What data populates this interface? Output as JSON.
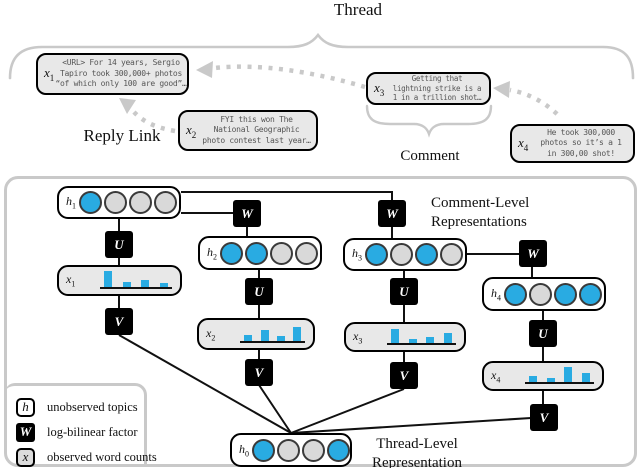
{
  "figure": {
    "thread_label": "Thread",
    "reply_link_label": "Reply Link",
    "comment_label": "Comment",
    "comment_level_label": {
      "line1": "Comment-Level",
      "line2": "Representations"
    },
    "thread_level_label": {
      "line1": "Thread-Level",
      "line2": "Representation"
    }
  },
  "messages": [
    {
      "id": "x",
      "sub": "1",
      "text": "<URL> For 14 years, Sergio\nTapiro took 300,000+ photos\n“of which only 100 are good”…"
    },
    {
      "id": "x",
      "sub": "2",
      "text": "FYI this won The\nNational Geographic\nphoto contest last year…"
    },
    {
      "id": "x",
      "sub": "3",
      "text": "Getting that\nlightning strike is a\n1 in a trillion shot…"
    },
    {
      "id": "x",
      "sub": "4",
      "text": "He took 300,000\nphotos so it’s a 1\nin 300,00 shot!"
    }
  ],
  "model": {
    "factor_w": "W",
    "factor_u": "U",
    "factor_v": "V",
    "h_nodes": [
      {
        "id": "h",
        "sub": "1",
        "topics": [
          "blue",
          "gray",
          "gray",
          "gray"
        ]
      },
      {
        "id": "h",
        "sub": "2",
        "topics": [
          "blue",
          "blue",
          "gray",
          "gray"
        ]
      },
      {
        "id": "h",
        "sub": "3",
        "topics": [
          "blue",
          "gray",
          "blue",
          "gray"
        ]
      },
      {
        "id": "h",
        "sub": "4",
        "topics": [
          "blue",
          "gray",
          "blue",
          "blue"
        ]
      },
      {
        "id": "h",
        "sub": "0",
        "topics": [
          "blue",
          "gray",
          "gray",
          "blue"
        ]
      }
    ],
    "x_nodes": [
      {
        "id": "x",
        "sub": "1",
        "bars": [
          16,
          5,
          7,
          4
        ]
      },
      {
        "id": "x",
        "sub": "2",
        "bars": [
          6,
          11,
          5,
          14
        ]
      },
      {
        "id": "x",
        "sub": "3",
        "bars": [
          14,
          4,
          6,
          10
        ]
      },
      {
        "id": "x",
        "sub": "4",
        "bars": [
          6,
          4,
          15,
          9
        ]
      }
    ]
  },
  "legend": {
    "items": [
      {
        "key": "h",
        "label": "unobserved topics"
      },
      {
        "key": "W",
        "label": "log-bilinear factor"
      },
      {
        "key": "x",
        "label": "observed word counts"
      }
    ]
  },
  "colors": {
    "topic_blue": "#29ABE2",
    "circle_gray": "#D9D9D9",
    "box_gray": "#E8E8E8",
    "line_gray": "#C9C9C9",
    "ink": "#111111"
  }
}
